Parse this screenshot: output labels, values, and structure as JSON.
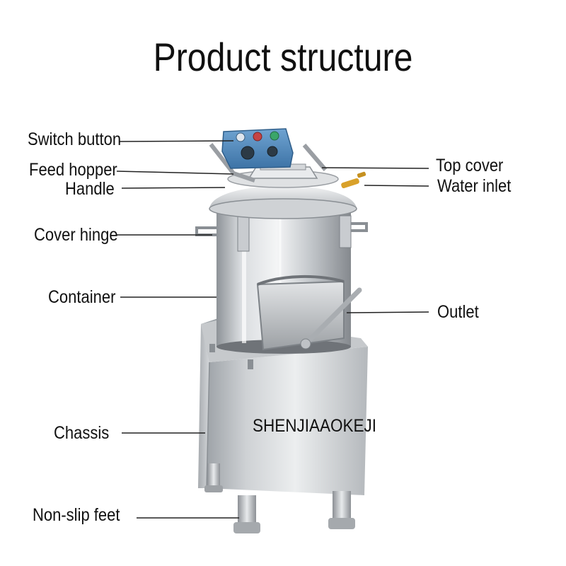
{
  "title": "Product structure",
  "labels": {
    "switch_button": "Switch button",
    "feed_hopper": "Feed hopper",
    "handle": "Handle",
    "cover_hinge": "Cover hinge",
    "container": "Container",
    "chassis": "Chassis",
    "non_slip_feet": "Non-slip feet",
    "top_cover": "Top cover",
    "water_inlet": "Water inlet",
    "outlet": "Outlet"
  },
  "watermark": "SHENJIAAOKEJI",
  "colors": {
    "steel_light": "#e6e8ea",
    "steel_mid": "#b9bdc1",
    "steel_dark": "#7d8287",
    "panel_blue": "#4a82b5",
    "button_green": "#3aa66a",
    "button_red": "#d04848",
    "inlet_brass": "#d9a12a",
    "leader_line": "#222222"
  }
}
